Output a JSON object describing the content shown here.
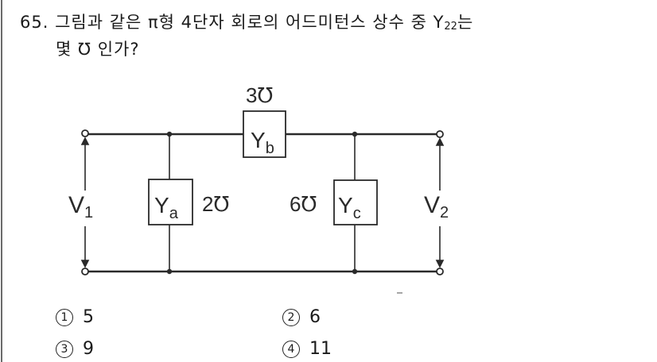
{
  "question": {
    "number": "65.",
    "line1_text": "그림과 같은 π형 4단자 회로의 어드미턴스 상수 중 Y",
    "line1_subscript": "22",
    "line1_suffix": "는",
    "line2_text": "몇 ℧ 인가?"
  },
  "circuit": {
    "type": "pi-network two-port",
    "elements": [
      {
        "id": "Ya",
        "symbol": "Y",
        "subscript": "a",
        "value": "2℧",
        "position": "shunt-left"
      },
      {
        "id": "Yb",
        "symbol": "Y",
        "subscript": "b",
        "value": "3℧",
        "position": "series-top"
      },
      {
        "id": "Yc",
        "symbol": "Y",
        "subscript": "c",
        "value": "6℧",
        "position": "shunt-right"
      }
    ],
    "ports": [
      {
        "label": "V",
        "subscript": "1",
        "side": "left"
      },
      {
        "label": "V",
        "subscript": "2",
        "side": "right"
      }
    ]
  },
  "choices": [
    {
      "marker": "1",
      "value": "5"
    },
    {
      "marker": "2",
      "value": "6"
    },
    {
      "marker": "3",
      "value": "9"
    },
    {
      "marker": "4",
      "value": "11"
    }
  ]
}
